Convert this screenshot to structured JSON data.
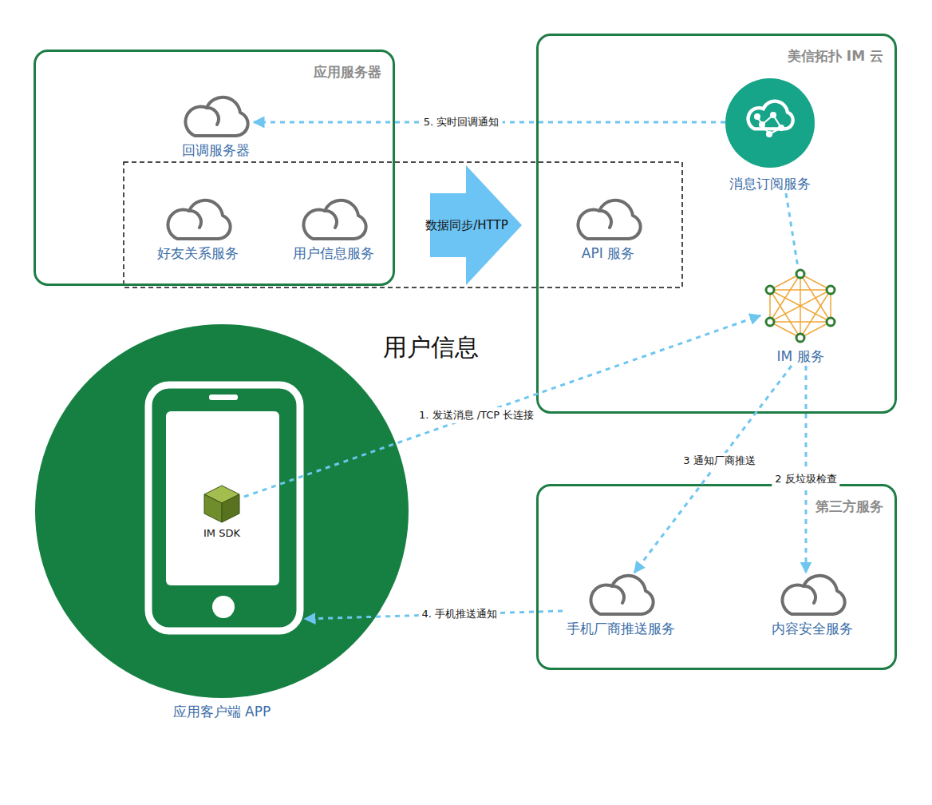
{
  "diagram": {
    "nodes": [
      {
        "text": [
          "应用服务器"
        ]
      },
      {
        "text": [
          "回调服务器"
        ],
        "in": 0
      },
      {
        "text": [
          "好友关系服务"
        ],
        "in": 0
      },
      {
        "text": [
          "用户信息服务"
        ],
        "in": 0
      },
      {
        "text": [
          "美信拓扑 IM 云"
        ]
      },
      {
        "text": [
          "消息订阅服务"
        ],
        "in": 4
      },
      {
        "text": [
          "API 服务"
        ],
        "in": 4
      },
      {
        "text": [
          "IM 服务"
        ],
        "in": 4
      },
      {
        "text": [
          "应用客户端 APP"
        ]
      },
      {
        "text": [
          "IM SDK"
        ],
        "in": 8
      },
      {
        "text": [
          "第三方服务"
        ]
      },
      {
        "text": [
          "手机厂商推送服务"
        ],
        "in": 10
      },
      {
        "text": [
          "内容安全服务"
        ],
        "in": 10
      }
    ],
    "edges": [
      {
        "from": 9,
        "to": 7,
        "label": "1. 发送消息 /TCP 长连接",
        "arrow": "to"
      },
      {
        "from": 7,
        "to": 12,
        "label": "2 反垃圾检查",
        "arrow": "to"
      },
      {
        "from": 7,
        "to": 11,
        "label": "3 通知厂商推送",
        "arrow": "to"
      },
      {
        "from": 11,
        "to": 8,
        "label": "4. 手机推送通知",
        "arrow": "to"
      },
      {
        "from": 5,
        "to": 1,
        "label": "5. 实时回调通知",
        "arrow": "to"
      },
      {
        "from": 5,
        "to": 7,
        "arrow": "none"
      },
      {
        "from": 3,
        "to": 6,
        "label": "数据同步/HTTP",
        "arrow": "to"
      }
    ],
    "labels": [
      "用户信息"
    ]
  }
}
